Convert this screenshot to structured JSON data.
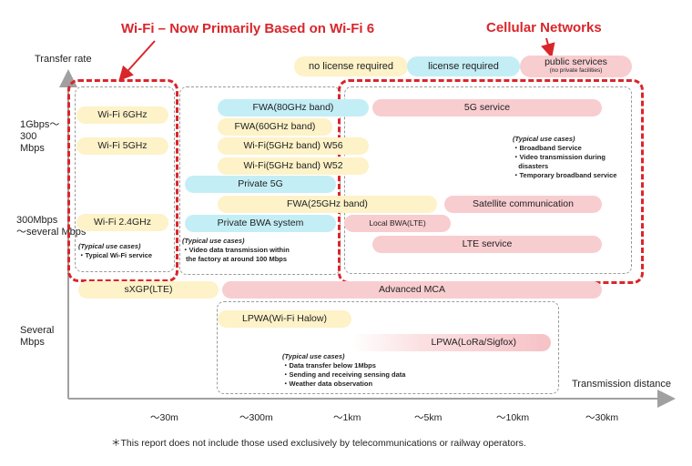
{
  "titles": {
    "wifi": "Wi-Fi – Now Primarily Based on Wi-Fi 6",
    "cellular": "Cellular Networks"
  },
  "axes": {
    "y_title": "Transfer rate",
    "x_title": "Transmission distance",
    "y_ticks": [
      "1Gbps～\n300\nMbps",
      "300Mbps\n～several Mbps",
      "Several\nMbps"
    ],
    "x_ticks": [
      "～30m",
      "～300m",
      "～1km",
      "～5km",
      "～10km",
      "～30km"
    ]
  },
  "legend": {
    "no_license": "no license required",
    "license": "license required",
    "public_services": "public services",
    "public_services_sub": "(no private facilities)"
  },
  "bars": {
    "wifi_6ghz": "Wi-Fi  6GHz",
    "wifi_5ghz": "Wi-Fi  5GHz",
    "wifi_24ghz": "Wi-Fi  2.4GHz",
    "fwa_80": "FWA(80GHz band)",
    "fwa_60": "FWA(60GHz band)",
    "wifi_w56": "Wi-Fi(5GHz band) W56",
    "wifi_w52": "Wi-Fi(5GHz band) W52",
    "private_5g": "Private 5G",
    "fwa_25": "FWA(25GHz band)",
    "private_bwa": "Private BWA system",
    "service_5g": "5G service",
    "satellite": "Satellite communication",
    "local_bwa": "Local BWA(LTE)",
    "lte_service": "LTE service",
    "sxgp": "sXGP(LTE)",
    "advanced_mca": "Advanced MCA",
    "lpwa_halow": "LPWA(Wi-Fi Halow)",
    "lpwa_lora": "LPWA(LoRa/Sigfox)"
  },
  "notes": {
    "wifi": [
      "(Typical use cases)",
      "・Typical Wi-Fi service"
    ],
    "private": [
      "(Typical use cases)",
      "・Video data transmission within",
      "  the factory at around 100 Mbps"
    ],
    "cellular": [
      "(Typical use cases)",
      "・Broadband Service",
      "・Video transmission during",
      "   disasters",
      "・Temporary broadband service"
    ],
    "lpwa": [
      "(Typical use cases)",
      "・Data transfer below 1Mbps",
      "・Sending and receiving sensing data",
      "・Weather data observation"
    ]
  },
  "footnote": "＊This report does not include those used exclusively by telecommunications or railway operators.",
  "colors": {
    "red": "#d9262b",
    "yellow": "#fdf2c8",
    "blue": "#c4eef6",
    "pink": "#f8cdd0"
  }
}
